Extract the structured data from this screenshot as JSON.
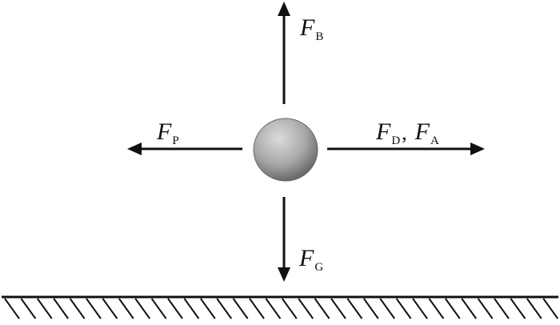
{
  "forces": {
    "buoyancy": {
      "symbol": "F",
      "subscript": "B"
    },
    "pressure_gradient": {
      "symbol": "F",
      "subscript": "P"
    },
    "drag": {
      "symbol": "F",
      "subscript": "D"
    },
    "separator": ",",
    "added_mass": {
      "symbol": "F",
      "subscript": "A"
    },
    "gravity": {
      "symbol": "F",
      "subscript": "G"
    }
  },
  "colors": {
    "line": "#111111",
    "particle_light": "#d9d9d9",
    "particle_mid": "#9a9a9a",
    "particle_dark": "#555555",
    "background": "#ffffff"
  },
  "icons": {
    "particle": "sphere-shaded",
    "ground": "hatched-ground"
  }
}
